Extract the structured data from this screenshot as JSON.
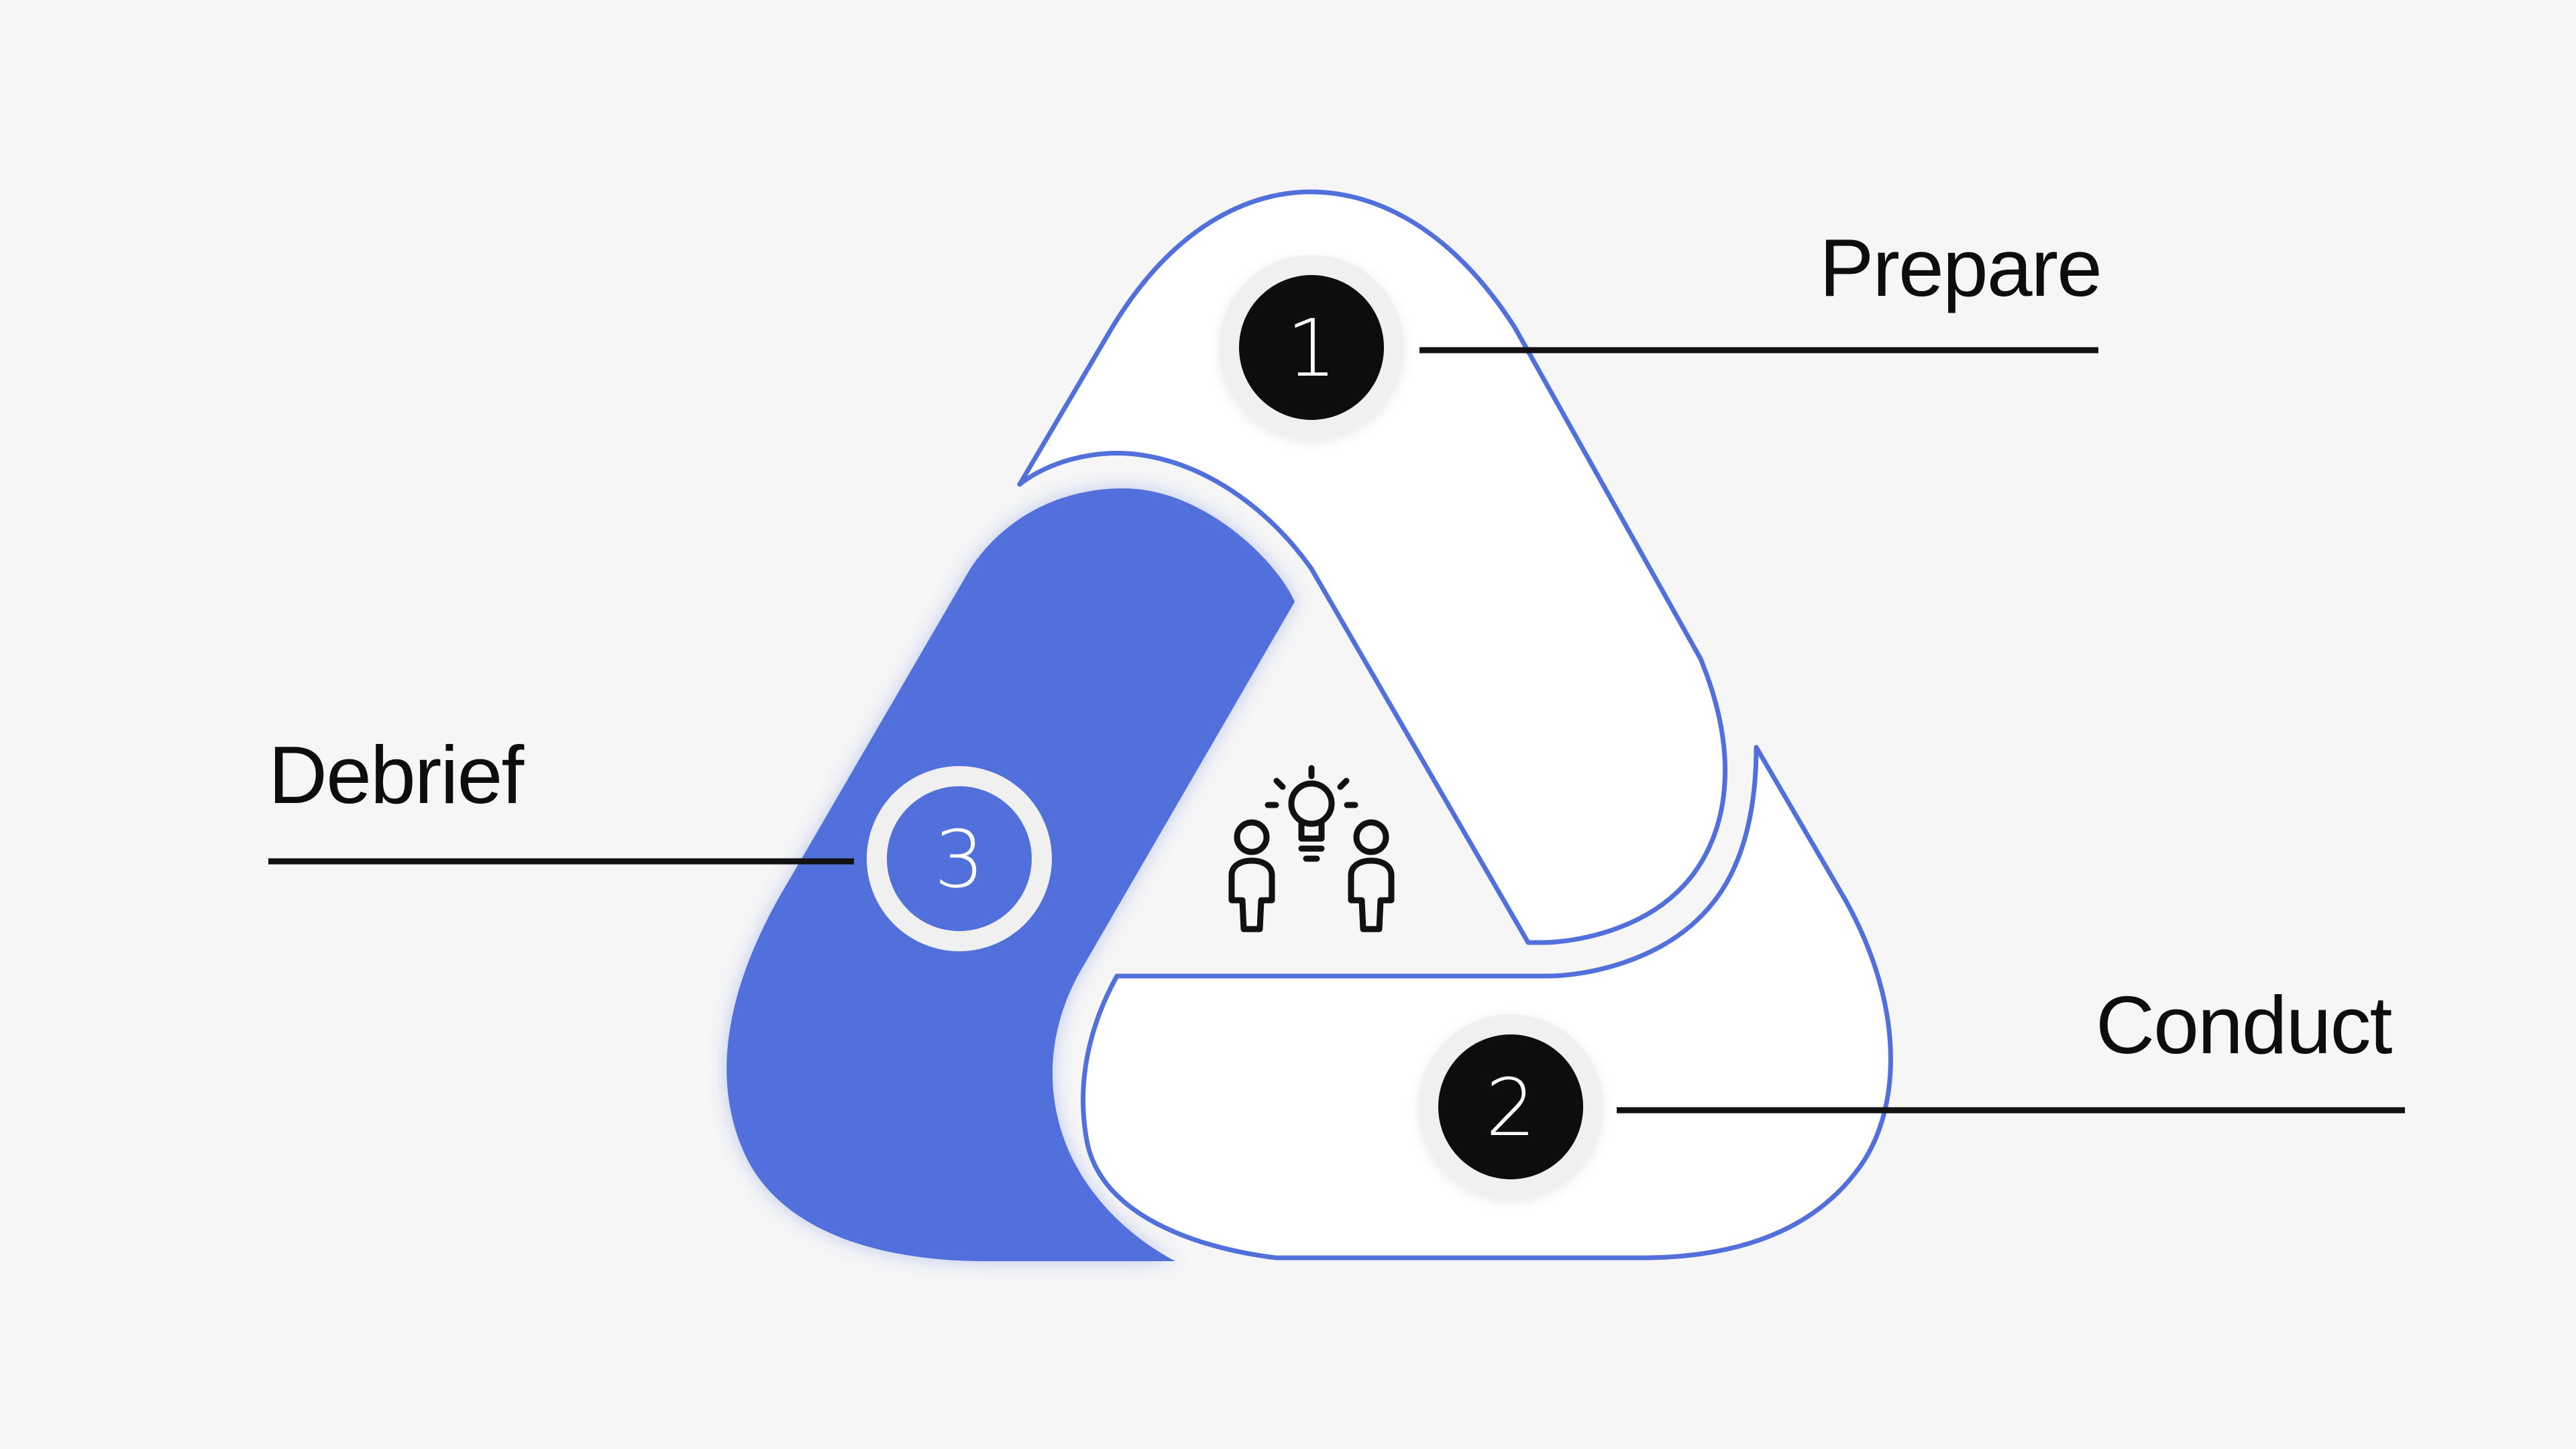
{
  "colors": {
    "background": "#f6f6f6",
    "accent": "#5170dc",
    "outline": "#5170dc",
    "segment_fill": "#ffffff",
    "badge_dark": "#0b0b0b",
    "badge_ring": "#f0f0f0",
    "line": "#111111"
  },
  "steps": [
    {
      "number": "1",
      "label": "Prepare"
    },
    {
      "number": "2",
      "label": "Conduct"
    },
    {
      "number": "3",
      "label": "Debrief"
    }
  ],
  "center_icon": "two-people-with-lightbulb-icon"
}
